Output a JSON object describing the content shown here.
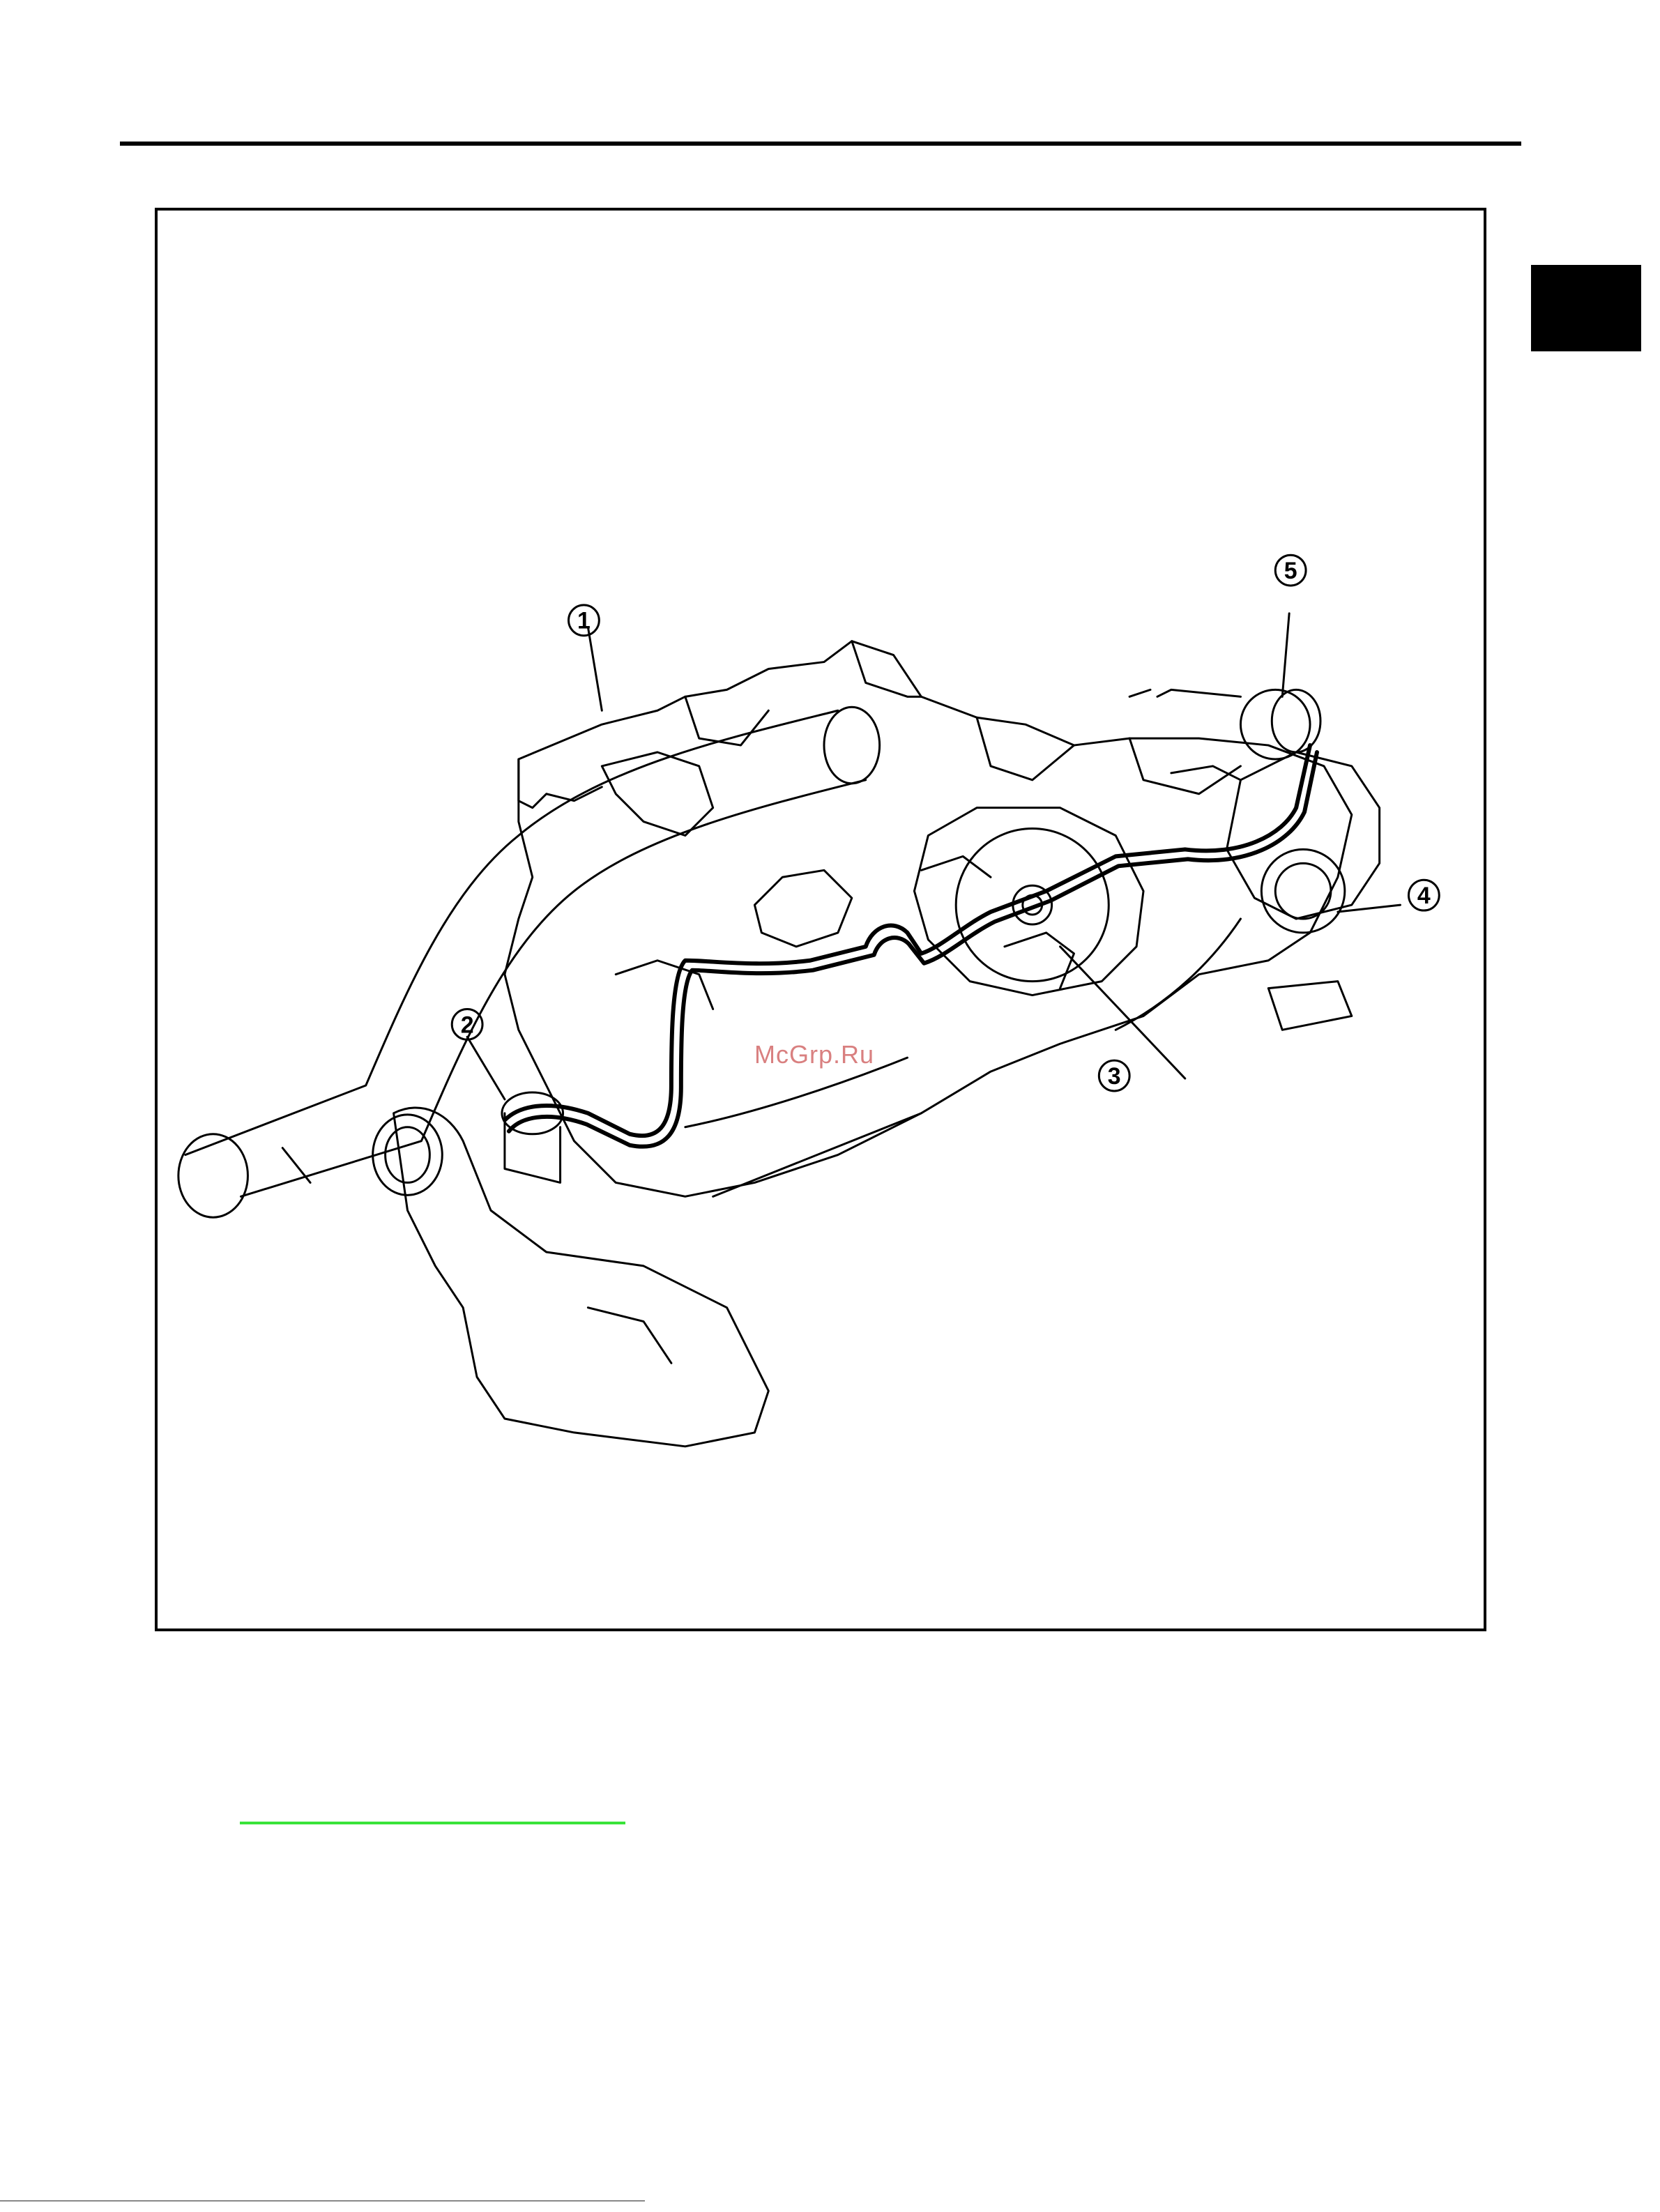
{
  "figure": {
    "callouts": [
      {
        "label": "1",
        "part": "callout-1"
      },
      {
        "label": "2",
        "part": "callout-2"
      },
      {
        "label": "3",
        "part": "callout-3"
      },
      {
        "label": "4",
        "part": "callout-4"
      },
      {
        "label": "5",
        "part": "callout-5"
      }
    ]
  },
  "watermark": "McGrp.Ru",
  "colors": {
    "frame": "#000000",
    "side_tab": "#000000",
    "link_underline": "#39e339",
    "watermark": "#d98080"
  }
}
